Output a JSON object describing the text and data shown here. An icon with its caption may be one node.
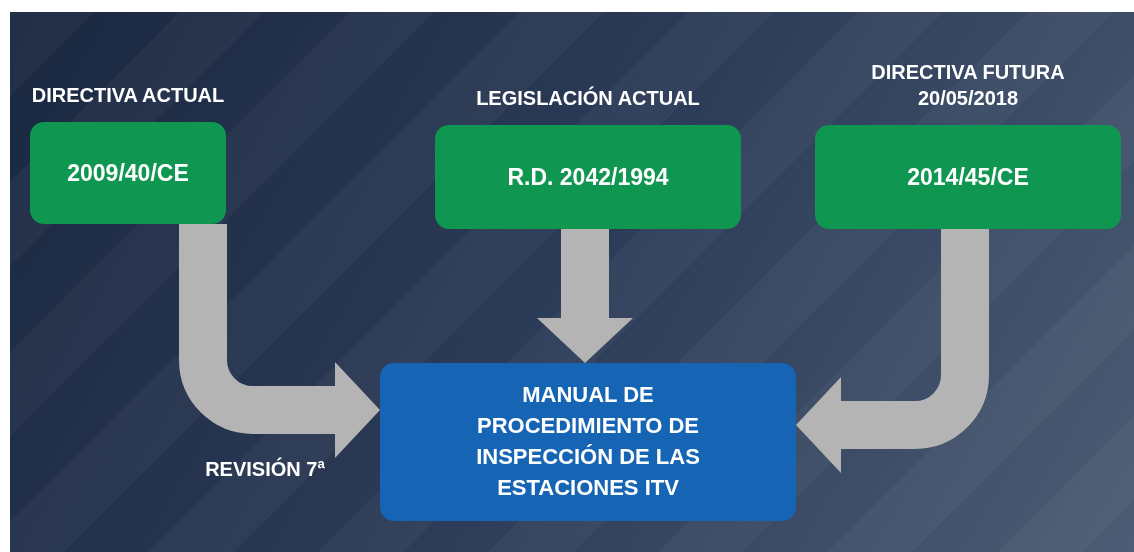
{
  "diagram": {
    "nodes": [
      {
        "text": [
          "DIRECTIVA ACTUAL",
          "2009/40/CE"
        ]
      },
      {
        "text": [
          "LEGISLACIÓN ACTUAL",
          "R.D. 2042/1994"
        ]
      },
      {
        "text": [
          "DIRECTIVA FUTURA 20/05/2018",
          "2014/45/CE"
        ]
      },
      {
        "text": [
          "MANUAL DE PROCEDIMIENTO DE INSPECCIÓN DE LAS ESTACIONES ITV"
        ]
      }
    ],
    "edges": [
      {
        "from": 0,
        "to": 3,
        "arrow": "to",
        "label": "REVISIÓN 7ª"
      },
      {
        "from": 1,
        "to": 3,
        "arrow": "to"
      },
      {
        "from": 2,
        "to": 3,
        "arrow": "to"
      }
    ]
  }
}
